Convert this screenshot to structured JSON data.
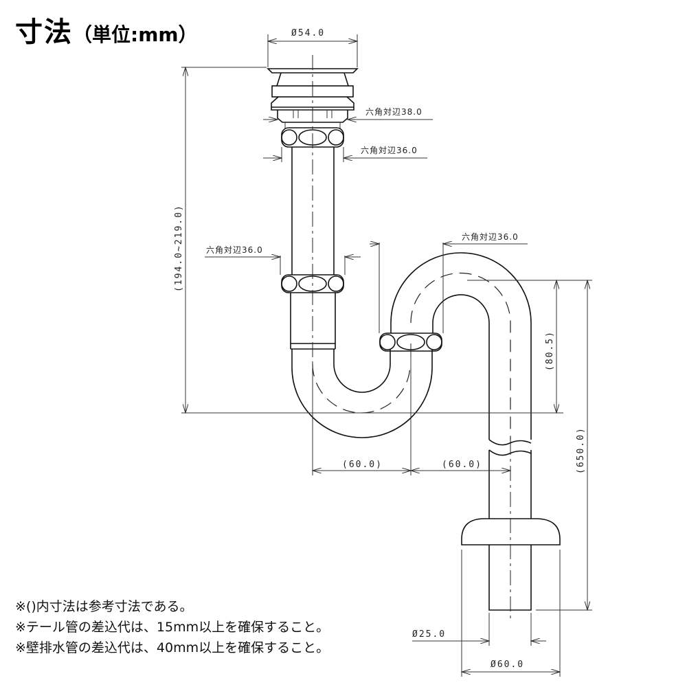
{
  "title": {
    "main": "寸法",
    "unit": "（単位:mm）"
  },
  "dimensions": {
    "strainer_diameter": "Ø54.0",
    "hex_top": "六角対辺38.0",
    "hex_upper_nut": "六角対辺36.0",
    "hex_middle_nut": "六角対辺36.0",
    "hex_trap_nut": "六角対辺36.0",
    "height_range": "(194.0~219.0)",
    "trap_height": "(80.5)",
    "total_length": "(650.0)",
    "offset_left": "(60.0)",
    "offset_right": "(60.0)",
    "pipe_diameter": "Ø25.0",
    "flange_diameter": "Ø60.0"
  },
  "notes": [
    "※()内寸法は参考寸法である。",
    "※テール管の差込代は、15mm以上を確保すること。",
    "※壁排水管の差込代は、40mm以上を確保すること。"
  ]
}
